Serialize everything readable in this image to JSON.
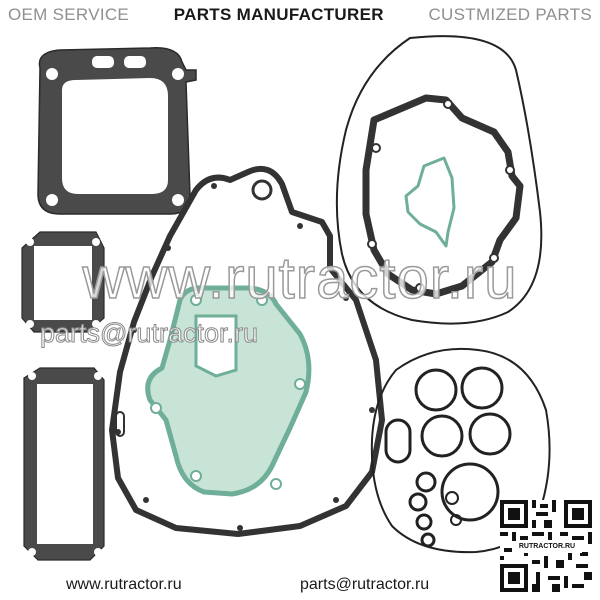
{
  "header": {
    "left": "OEM SERVICE",
    "center": "PARTS MANUFACTURER",
    "right": "CUSTMIZED PARTS"
  },
  "watermark": {
    "domain": "www.rutractor.ru",
    "email": "parts@rutractor.ru"
  },
  "footer": {
    "website": "www.rutractor.ru",
    "email": "parts@rutractor.ru"
  },
  "qr": {
    "label": "RUTRACTOR.RU"
  },
  "colors": {
    "gasket_dark": "#3a3a3a",
    "gasket_green": "#6fae98",
    "gasket_green_fill": "#bfe0d2",
    "oring": "#2a2a2a"
  }
}
